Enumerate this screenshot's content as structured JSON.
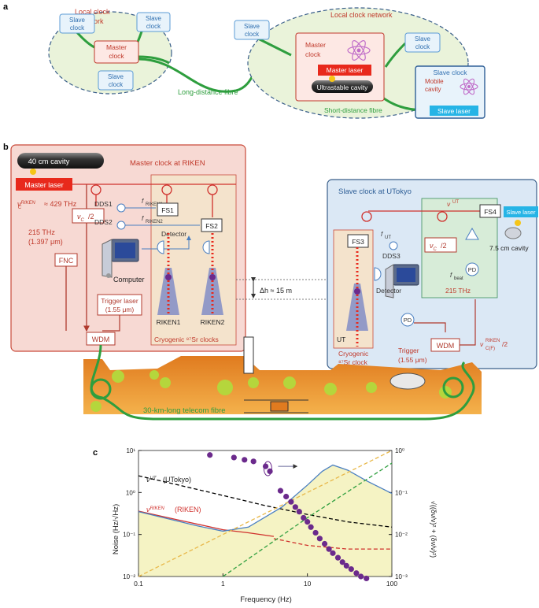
{
  "panel_labels": {
    "a": "a",
    "b": "b",
    "c": "c"
  },
  "panel_a": {
    "left_network": {
      "title_line1": "Local clock",
      "title_line2": "network",
      "master_clock_line1": "Master",
      "master_clock_line2": "clock",
      "slave_top_left": [
        "Slave",
        "clock"
      ],
      "slave_top_right": [
        "Slave",
        "clock"
      ],
      "slave_bottom": [
        "Slave",
        "clock"
      ]
    },
    "long_distance_fibre": "Long-distance fibre",
    "right_network": {
      "title": "Local clock network",
      "slave_left": [
        "Slave",
        "clock"
      ],
      "slave_right": [
        "Slave",
        "clock"
      ],
      "master_clock": [
        "Master",
        "clock"
      ],
      "master_laser": "Master laser",
      "ultrastable_cavity": "Ultrastable cavity",
      "short_distance_fibre": "Short-distance fibre"
    },
    "mobile_slave": {
      "title": "Slave clock",
      "mobile_cavity": [
        "Mobile",
        "cavity"
      ],
      "slave_laser": "Slave laser"
    }
  },
  "panel_b": {
    "cavity_40": "40 cm cavity",
    "master_laser": "Master laser",
    "master_title": "Master clock at RIKEN",
    "nu_riken": "≈ 429 THz",
    "nu_c2": "/2",
    "thz_215": "215 THz",
    "um_1397": "(1.397 μm)",
    "fnc": "FNC",
    "computer": "Computer",
    "trigger_laser": [
      "Trigger laser",
      "(1.55 μm)"
    ],
    "wdm": "WDM",
    "dds1": "DDS1",
    "dds2": "DDS2",
    "f_riken1": "RIKEN1",
    "f_riken2": "RIKEN2",
    "fs1": "FS1",
    "fs2": "FS2",
    "detector": "Detector",
    "riken1": "RIKEN1",
    "riken2": "RIKEN2",
    "cryogenic_sr": "Cryogenic ⁸⁷Sr clocks",
    "dh": "Δh ≈ 15 m",
    "slave_title": "Slave clock at UTokyo",
    "nu_ut_sup": "UT",
    "fs4": "FS4",
    "slave_laser": "Slave laser",
    "cavity_75": "7.5 cm cavity",
    "fs3": "FS3",
    "f_ut": "UT",
    "dds3": "DDS3",
    "detector_ut": "Detector",
    "pd1": "PD",
    "pd2": "PD",
    "f_beat": "beat",
    "thz_215_ut": "215 THz",
    "ut_label": "UT",
    "cryogenic_sr_ut": [
      "Cryogenic",
      "⁸⁷Sr clock"
    ],
    "trigger_ut": [
      "Trigger",
      "(1.55 μm)"
    ],
    "wdm_ut": "WDM",
    "nu_cf": "RIKEN",
    "nu_cf2": "C(F)",
    "fibre_30": "30-km-long telecom fibre"
  },
  "panel_c": {
    "xlabel": "Frequency (Hz)",
    "ylabel": "Noise (Hz/√Hz)",
    "ylabel_right": "√((δν/ν)² + (δν/ν)²)",
    "series_ut": "(UTokyo)",
    "series_riken": "(RIKEN)",
    "x_ticks": [
      "0.1",
      "1",
      "10",
      "100"
    ],
    "y_left_ticks": [
      "10¹",
      "10⁰",
      "10⁻¹",
      "10⁻²"
    ],
    "y_right_ticks": [
      "10⁰",
      "10⁻¹",
      "10⁻²",
      "10⁻³"
    ]
  },
  "chart_data": {
    "type": "line",
    "xlabel": "Frequency (Hz)",
    "ylabel": "Noise (Hz/√Hz)",
    "xscale": "log",
    "yscale": "log",
    "xlim": [
      0.1,
      100
    ],
    "ylim": [
      0.01,
      10
    ],
    "y2lim": [
      0.001,
      1
    ],
    "series": [
      {
        "name": "ν_C^UT (UTokyo)",
        "color": "#000000",
        "style": "dashed",
        "x": [
          0.1,
          0.3,
          1,
          3,
          10,
          30,
          100
        ],
        "y": [
          2.5,
          1.5,
          0.85,
          0.5,
          0.3,
          0.2,
          0.15
        ]
      },
      {
        "name": "ν_C^RIKEN (RIKEN)",
        "color": "#d0312d",
        "style": "solid",
        "x": [
          0.1,
          0.3,
          1,
          2,
          4
        ],
        "y": [
          0.36,
          0.22,
          0.13,
          0.11,
          0.09
        ]
      },
      {
        "name": "",
        "color": "#d0312d",
        "style": "dashed",
        "x": [
          4,
          10,
          30,
          100
        ],
        "y": [
          0.08,
          0.055,
          0.045,
          0.045
        ]
      },
      {
        "name": "",
        "color": "#4a7fc1",
        "style": "solid",
        "x": [
          0.1,
          0.5,
          1,
          2,
          5,
          10,
          15,
          20,
          30,
          50,
          100
        ],
        "y": [
          0.35,
          0.16,
          0.12,
          0.15,
          0.45,
          1.5,
          3.2,
          4.5,
          3.4,
          1.9,
          0.95
        ]
      },
      {
        "name": "",
        "color": "#e8b84a",
        "style": "dashed",
        "x": [
          0.1,
          1,
          10,
          100
        ],
        "y": [
          0.01,
          0.1,
          1,
          10
        ]
      },
      {
        "name": "",
        "color": "#2e9e3e",
        "style": "dashed",
        "x": [
          1,
          10,
          100
        ],
        "y": [
          0.01,
          0.25,
          5
        ]
      }
    ],
    "points": {
      "color": "#6b2a8c",
      "axis": "right",
      "x": [
        0.7,
        1.35,
        1.8,
        2.3,
        3.2,
        3.6,
        4.8,
        5.6,
        6.4,
        7.2,
        8.0,
        9.0,
        10,
        11,
        12.5,
        14,
        16,
        18,
        20,
        23,
        26,
        29,
        33,
        38,
        43,
        50
      ],
      "y": [
        0.78,
        0.68,
        0.6,
        0.55,
        0.42,
        0.32,
        0.11,
        0.08,
        0.06,
        0.045,
        0.035,
        0.025,
        0.02,
        0.015,
        0.011,
        0.008,
        0.006,
        0.0045,
        0.0036,
        0.0028,
        0.0022,
        0.0018,
        0.0015,
        0.0012,
        0.001,
        0.0009
      ]
    }
  }
}
